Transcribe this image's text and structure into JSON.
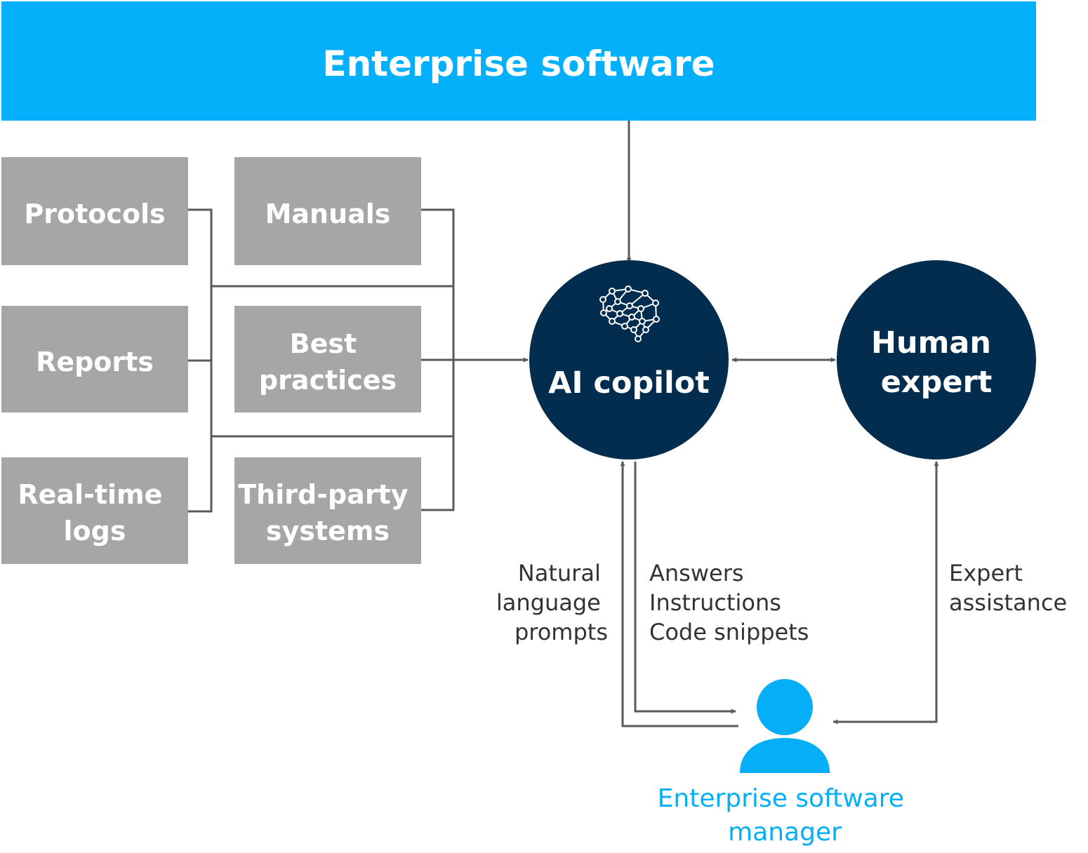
{
  "colors": {
    "banner": "#05b0fb",
    "source_box": "#a6a6a6",
    "node": "#032d4f",
    "connector": "#5a5a5a",
    "person": "#05aff8",
    "label": "#333333"
  },
  "banner": {
    "title": "Enterprise software"
  },
  "sources": [
    {
      "lines": [
        "Protocols"
      ]
    },
    {
      "lines": [
        "Reports"
      ]
    },
    {
      "lines": [
        "Real-time",
        "logs"
      ]
    },
    {
      "lines": [
        "Manuals"
      ]
    },
    {
      "lines": [
        "Best",
        "practices"
      ]
    },
    {
      "lines": [
        "Third-party",
        "systems"
      ]
    }
  ],
  "nodes": {
    "copilot": {
      "lines": [
        "AI copilot"
      ],
      "icon": "neural-brain-icon"
    },
    "expert": {
      "lines": [
        "Human",
        "expert"
      ]
    }
  },
  "flow_labels": {
    "prompts": [
      "Natural",
      "language",
      "prompts"
    ],
    "answers": [
      "Answers",
      "Instructions",
      "Code snippets"
    ],
    "assistance": [
      "Expert",
      "assistance"
    ]
  },
  "user": {
    "icon": "person-icon",
    "lines": [
      "Enterprise software",
      "manager"
    ]
  }
}
